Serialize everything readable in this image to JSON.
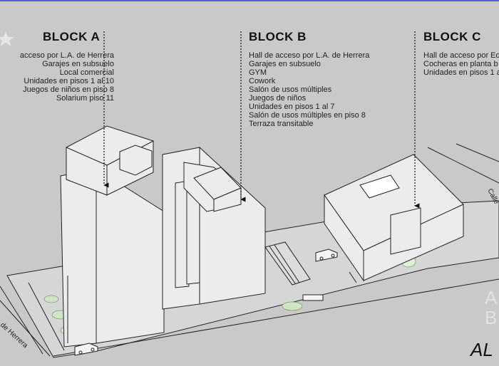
{
  "blocks": [
    {
      "title": "BLOCK A",
      "items": [
        "acceso por L.A. de Herrera",
        "Garajes en subsuelo",
        "Local comercial",
        "Unidades en pisos 1 al 10",
        "Juegos de niños en piso 8",
        "Solarium piso 11"
      ]
    },
    {
      "title": "BLOCK B",
      "items": [
        "Hall de acceso por L.A. de Herrera",
        "Garajes en subsuelo",
        "GYM",
        "Cowork",
        "Salón de usos múltiples",
        "Juegos de niños",
        "Unidades en pisos 1 al 7",
        "Salón de usos múltiples en piso 8",
        "Terraza transitable"
      ]
    },
    {
      "title": "BLOCK C",
      "items": [
        "Hall de acceso por Ed",
        "Cocheras en planta b",
        "Unidades en pisos 1 a"
      ]
    }
  ],
  "streets": {
    "left": "de Herrera",
    "right": "Calle"
  },
  "watermark": {
    "line1": "A",
    "line2": "B"
  },
  "logo": "AL",
  "colors": {
    "background": "#c9c9c9",
    "building_fill": "#ececec",
    "line": "#222222",
    "top_border": "#5a5ad0"
  }
}
